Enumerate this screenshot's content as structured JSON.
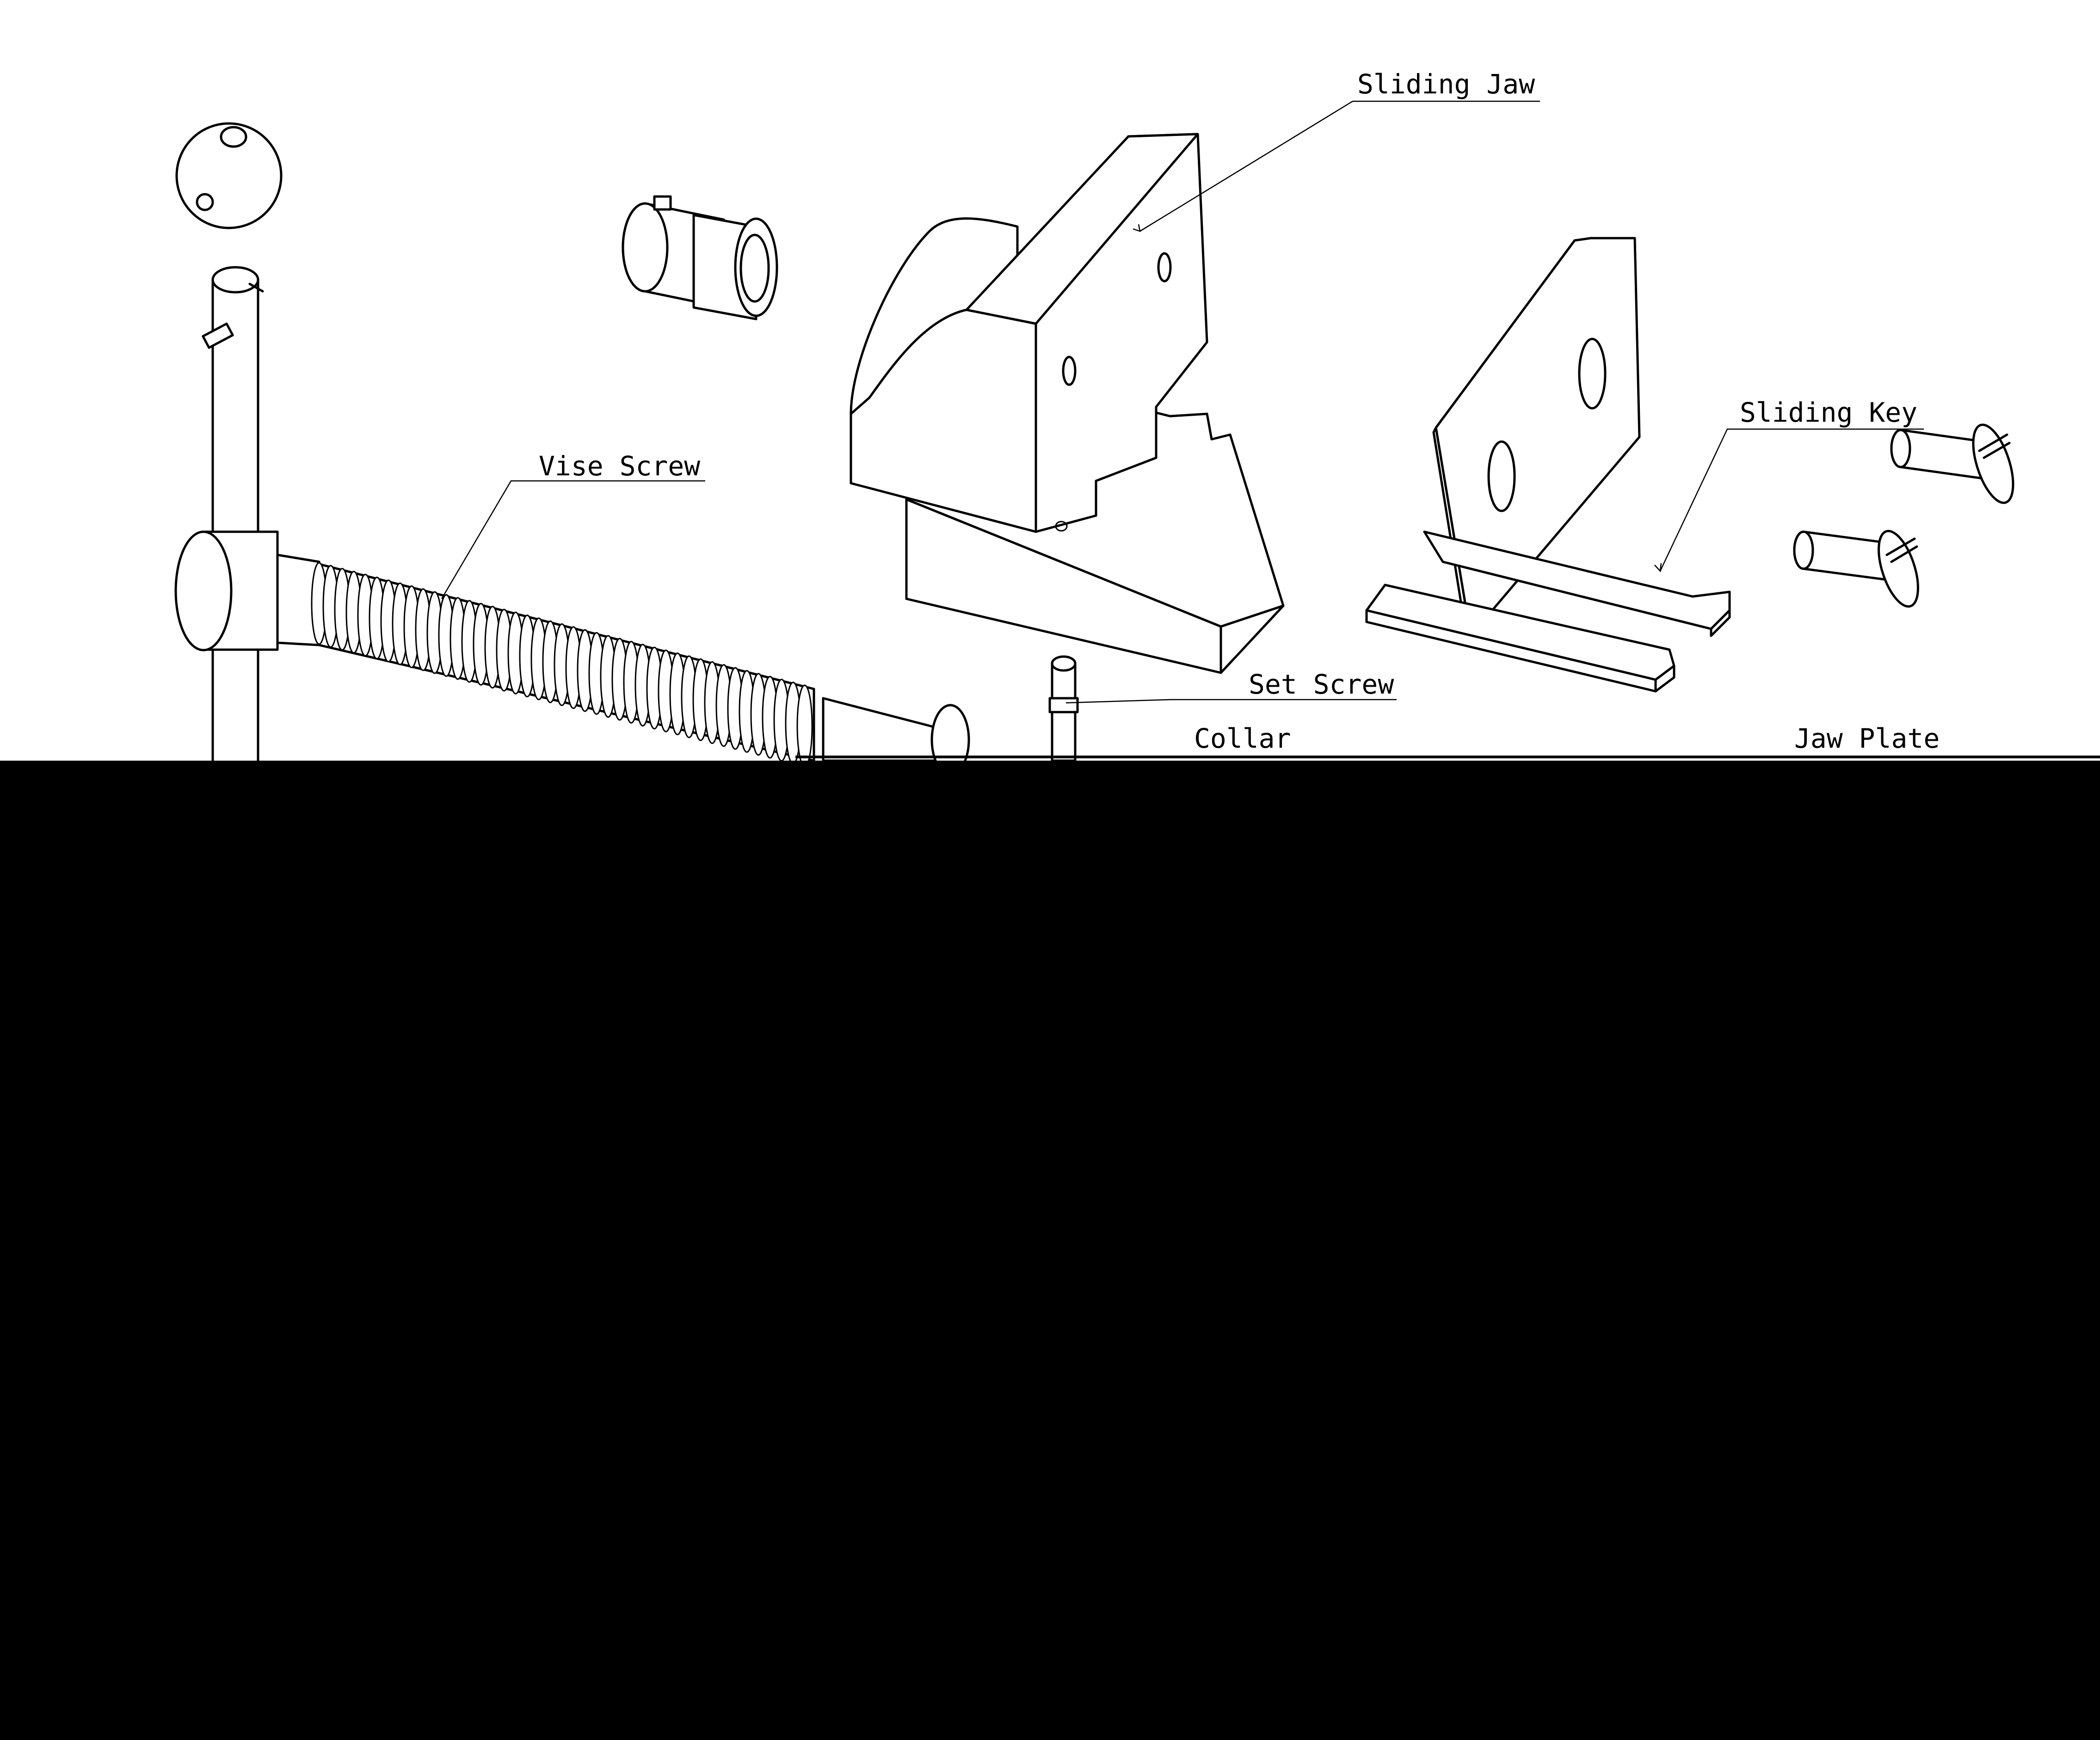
{
  "labels": {
    "sliding_jaw": "Sliding Jaw",
    "vise_screw": "Vise Screw",
    "sliding_key": "Sliding Key",
    "set_screw": "Set Screw",
    "collar": "Collar",
    "jaw_plate": "Jaw Plate"
  },
  "colors": {
    "line": "#000000",
    "background": "#ffffff",
    "occluded_region": "#000000"
  }
}
